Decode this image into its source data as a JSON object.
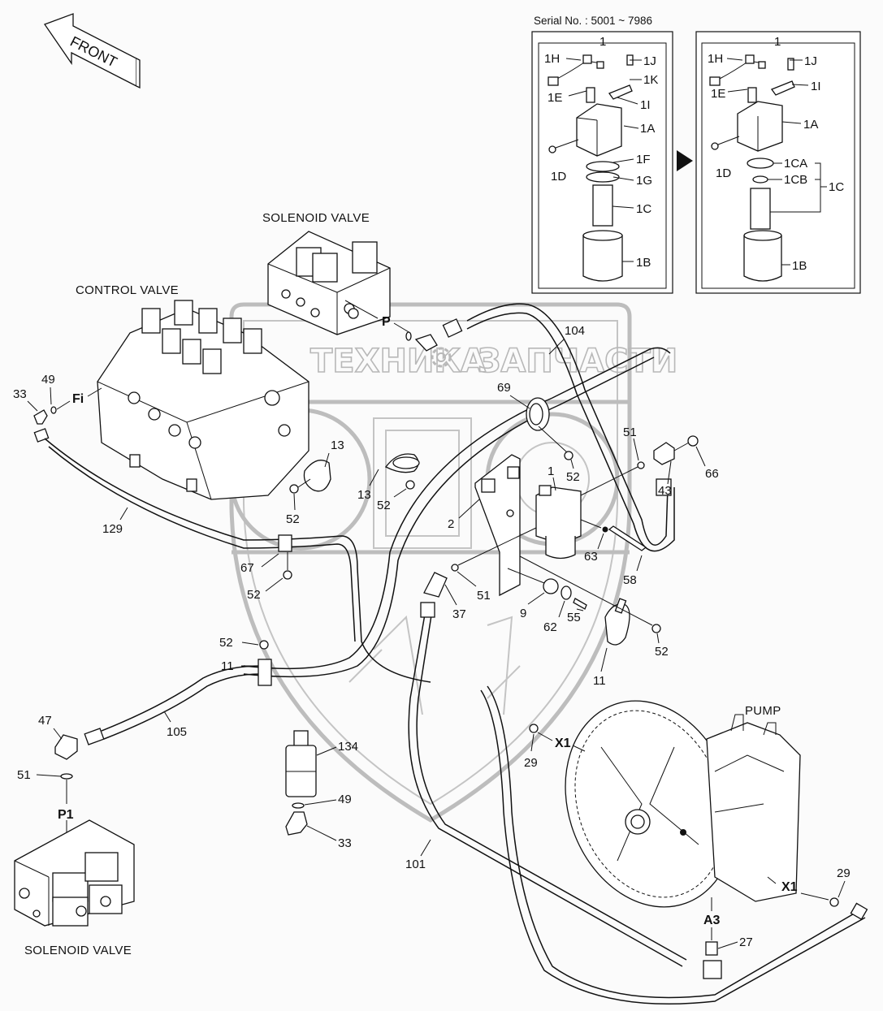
{
  "diagram": {
    "orientation_label": "FRONT",
    "serial_note": "Serial No. : 5001 ~ 7986",
    "watermark": {
      "left_word": "ТЕХНИКА",
      "right_word": "ЗАПЧАСТИ"
    },
    "components": {
      "solenoid_valve_top": "SOLENOID VALVE",
      "control_valve": "CONTROL VALVE",
      "solenoid_valve_bottom": "SOLENOID VALVE",
      "pump": "PUMP"
    },
    "ports": {
      "p": "P",
      "fi": "Fi",
      "p1": "P1",
      "x1_left": "X1",
      "x1_right": "X1",
      "a3": "A3"
    },
    "inset_old": {
      "assembly": "1",
      "parts": [
        "1H",
        "1J",
        "1K",
        "1E",
        "1I",
        "1A",
        "1D",
        "1F",
        "1G",
        "1C",
        "1B"
      ]
    },
    "inset_new": {
      "assembly": "1",
      "parts": [
        "1H",
        "1J",
        "1E",
        "1I",
        "1A",
        "1D",
        "1CA",
        "1CB",
        "1C",
        "1B"
      ]
    },
    "callouts": {
      "c33a": "33",
      "c49a": "49",
      "c129": "129",
      "c13a": "13",
      "c13b": "13",
      "c52a": "52",
      "c52b": "52",
      "c67": "67",
      "c52c": "52",
      "c104": "104",
      "c69": "69",
      "c51a": "51",
      "c1": "1",
      "c52d": "52",
      "c2": "2",
      "c43": "43",
      "c66": "66",
      "c63": "63",
      "c58": "58",
      "c51b": "51",
      "c37": "37",
      "c9": "9",
      "c62": "62",
      "c55": "55",
      "c52e": "52",
      "c11b": "11",
      "c52f": "52",
      "c11a": "11",
      "c105": "105",
      "c47": "47",
      "c51c": "51",
      "c134": "134",
      "c49b": "49",
      "c33b": "33",
      "c29a": "29",
      "c101": "101",
      "c29b": "29",
      "c27": "27"
    }
  }
}
